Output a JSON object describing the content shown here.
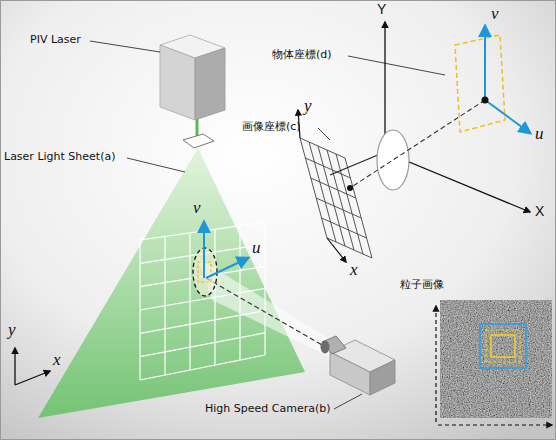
{
  "diagram": {
    "labels": [
      "PIV Laser",
      "Laser Light Sheet(a)",
      "v",
      "u",
      "y",
      "x",
      "High Speed Camera(b)",
      "Y",
      "物体座標(d)",
      "v",
      "u",
      "X",
      "y",
      "画像座標(c)",
      "x",
      "粒子画像"
    ]
  }
}
